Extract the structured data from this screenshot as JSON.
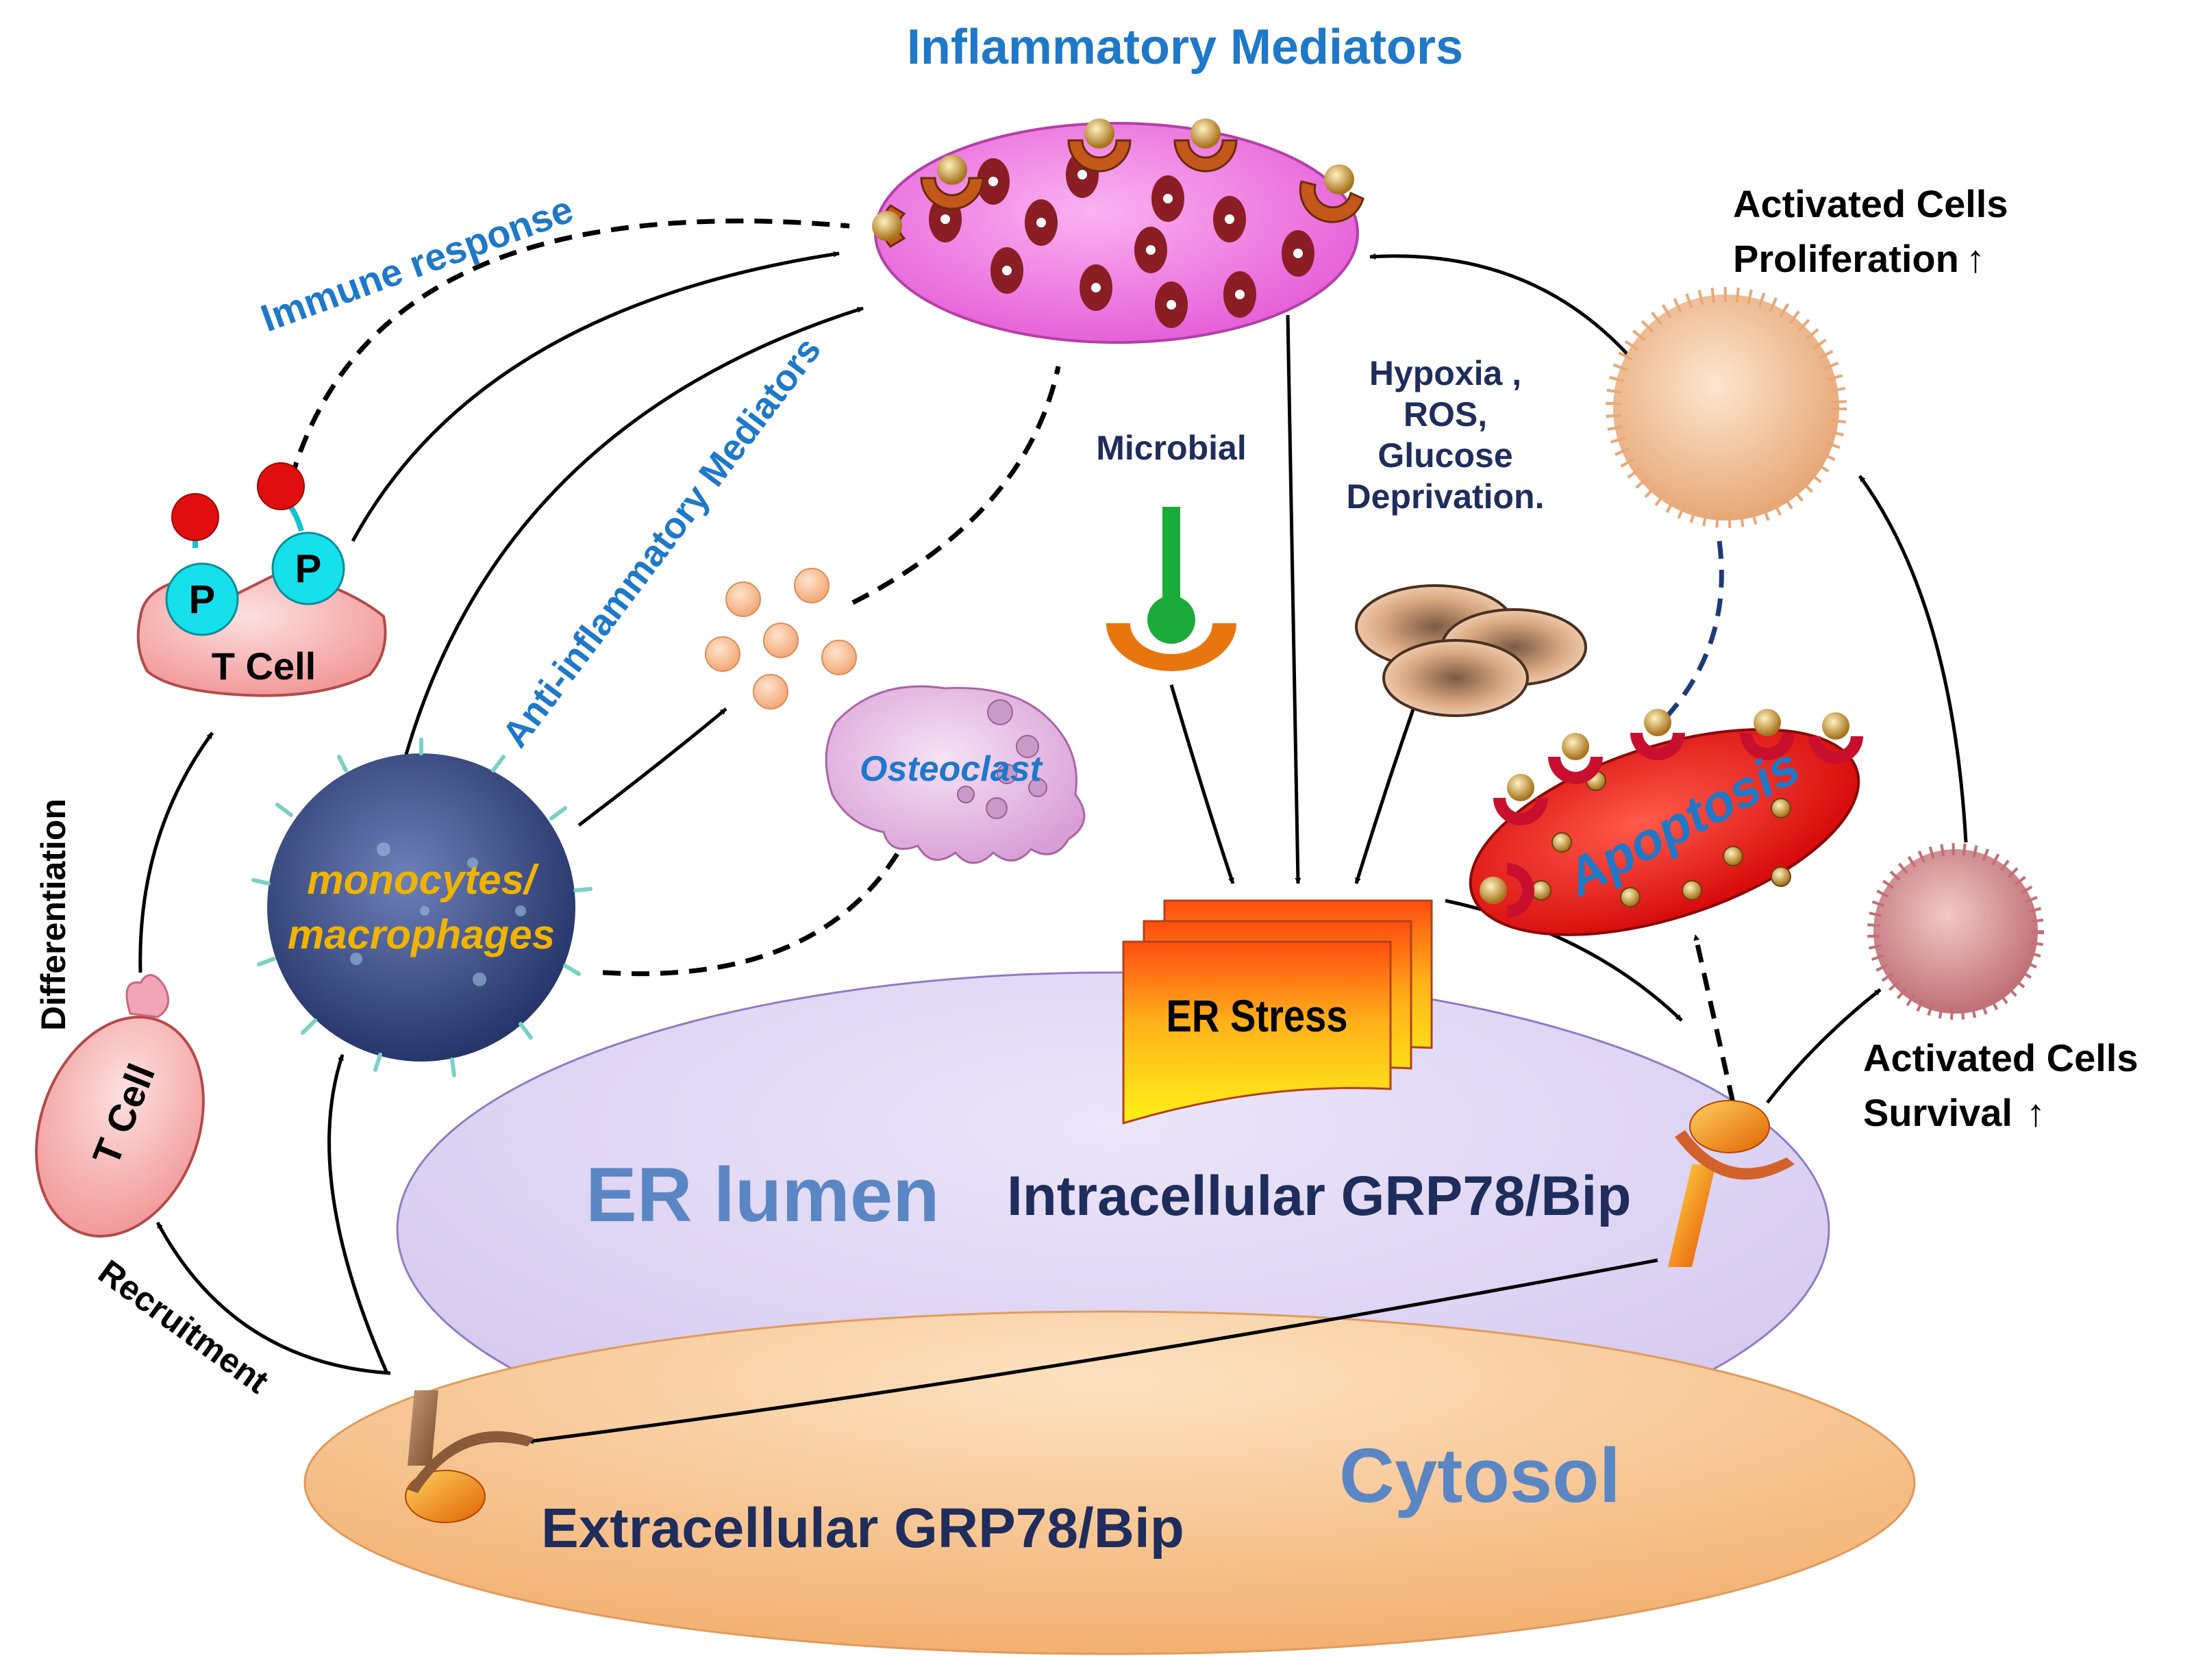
{
  "title": "Inflammatory Mediators",
  "labels": {
    "immune_response": "Immune response",
    "anti_inflammatory": "Anti-inflammatory Mediators",
    "microbial": "Microbial",
    "stress_factors": [
      "Hypoxia ,",
      "ROS,",
      "Glucose",
      "Deprivation."
    ],
    "activated_prolif": [
      "Activated Cells",
      "Proliferation"
    ],
    "activated_survival": [
      "Activated Cells",
      "Survival"
    ],
    "up_arrow": "↑",
    "t_cell_top": "T Cell",
    "t_cell_bottom": "T Cell",
    "p_left": "P",
    "p_right": "P",
    "differentiation": "Differentiation",
    "recruitment": "Recruitment",
    "monocytes": [
      "monocytes/",
      "macrophages"
    ],
    "osteoclast": "Osteoclast",
    "apoptosis": "Apoptosis",
    "er_stress": "ER Stress",
    "er_lumen": "ER lumen",
    "intracellular": "Intracellular GRP78/Bip",
    "cytosol": "Cytosol",
    "extracellular": "Extracellular GRP78/Bip"
  },
  "colors": {
    "title_blue": "#1f78c8",
    "navy_text": "#1f2d5c",
    "er_lumen_fill": "#ddd3f1",
    "cytosol_fill": "#f7c795",
    "inflammatory_cell": "#ee7ee0",
    "apoptotic_cell": "#e8100e",
    "t_cell_fill": "#f7b5b5",
    "osteoclast_fill": "#e3b9e2",
    "monocyte_fill": "#3b4f8f",
    "mediator_particle": "#f9bf96",
    "phospho_cyan": "#16e0ec",
    "ligand_red": "#e00e0e",
    "microbial_green": "#1bab3a",
    "receptor_orange": "#e8760f",
    "yellow_text": "#f0b400"
  }
}
